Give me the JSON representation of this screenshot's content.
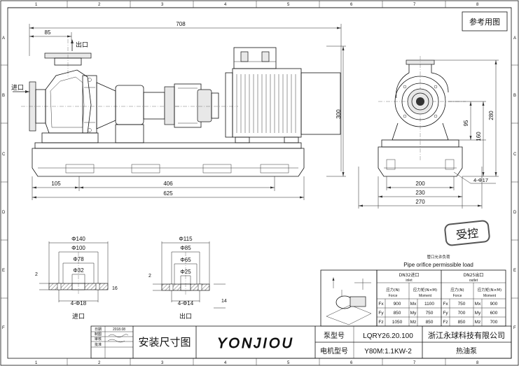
{
  "sheet": {
    "ref_label": "参考用图",
    "stamp": "受控",
    "col_labels": [
      "1",
      "2",
      "3",
      "4",
      "5",
      "6",
      "7",
      "8"
    ],
    "row_labels": [
      "A",
      "B",
      "C",
      "D",
      "E",
      "F"
    ]
  },
  "front_view": {
    "inlet_label": "进口",
    "outlet_label": "出口",
    "dim_total": "708",
    "dim_outlet_offset": "85",
    "dim_height": "300",
    "dim_base_left": "105",
    "dim_base_mid": "406",
    "dim_base_total": "625"
  },
  "side_view": {
    "dim_280": "280",
    "dim_95": "95",
    "dim_160": "160",
    "dim_holes": "4-Φ17",
    "dim_200": "200",
    "dim_230": "230",
    "dim_270": "270"
  },
  "flange_inlet": {
    "d1": "Φ140",
    "d2": "Φ100",
    "d3": "Φ78",
    "d4": "Φ32",
    "holes": "4-Φ18",
    "t": "2",
    "h": "16",
    "caption": "进口"
  },
  "flange_outlet": {
    "d1": "Φ115",
    "d2": "Φ85",
    "d3": "Φ65",
    "d4": "Φ25",
    "holes": "4-Φ14",
    "t": "2",
    "h": "14",
    "caption": "出口"
  },
  "load_table": {
    "title_cn": "管口允许负荷",
    "title_en": "Pipe orifice permissible load",
    "inlet_head": "DN32进口",
    "inlet_sub": "inlet",
    "outlet_head": "DN25出口",
    "outlet_sub": "outlet",
    "force_head": "应力(N)",
    "force_sub": "Force",
    "moment_head": "应力矩(N×M)",
    "moment_sub": "Moment",
    "rows": [
      {
        "f": "Fx",
        "fv": "900",
        "m": "Mx",
        "mv": "1100",
        "f2": "Fx",
        "fv2": "750",
        "m2": "Mx",
        "mv2": "900"
      },
      {
        "f": "Fy",
        "fv": "850",
        "m": "My",
        "mv": "750",
        "f2": "Fy",
        "fv2": "700",
        "m2": "My",
        "mv2": "600"
      },
      {
        "f": "Fz",
        "fv": "1050",
        "m": "Mz",
        "mv": "850",
        "f2": "Fz",
        "fv2": "850",
        "m2": "Mz",
        "mv2": "700"
      }
    ]
  },
  "title_block": {
    "date_label": "日期",
    "date_value": "2018.08",
    "drawn_label": "制图",
    "check_label": "审核",
    "approve_label": "批准",
    "drawing_name": "安装尺寸图",
    "logo": "YONJIOU",
    "pump_model_label": "泵型号",
    "pump_model_value": "LQRY26.20.100",
    "motor_model_label": "电机型号",
    "motor_model_value": "Y80M:1.1KW-2",
    "company": "浙江永球科技有限公司",
    "product": "热油泵"
  }
}
